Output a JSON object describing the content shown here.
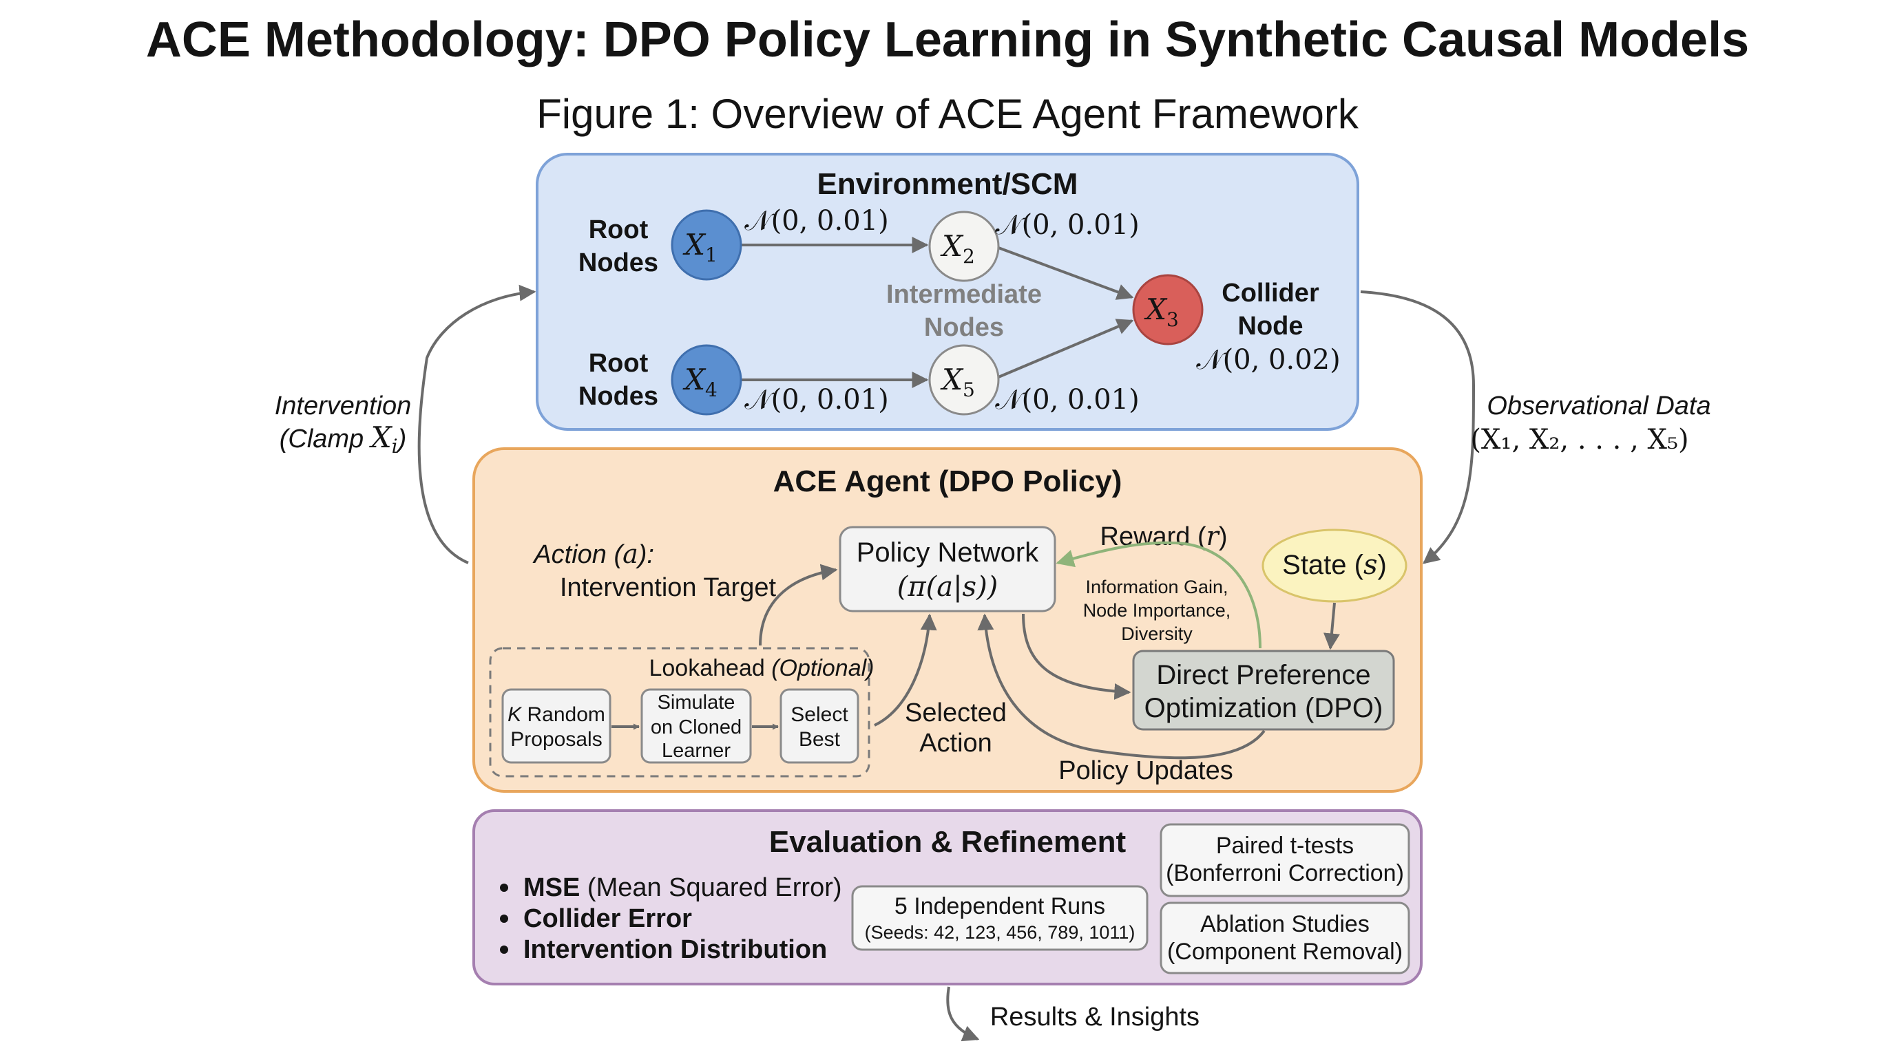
{
  "title": "ACE Methodology: DPO Policy Learning in Synthetic Causal Models",
  "subtitle": "Figure 1: Overview of ACE Agent Framework",
  "environment": {
    "title": "Environment/SCM",
    "root_nodes_top": [
      "Root",
      "Nodes"
    ],
    "root_nodes_bottom": [
      "Root",
      "Nodes"
    ],
    "intermediate_nodes": [
      "Intermediate",
      "Nodes"
    ],
    "collider_node": [
      "Collider",
      "Node"
    ],
    "nodes": [
      {
        "name": "X",
        "sub": "1",
        "role": "root",
        "color": "#5b8fd0"
      },
      {
        "name": "X",
        "sub": "2",
        "role": "intermediate",
        "color": "#f4f4f2"
      },
      {
        "name": "X",
        "sub": "3",
        "role": "collider",
        "color": "#d95f5a"
      },
      {
        "name": "X",
        "sub": "4",
        "role": "root",
        "color": "#5b8fd0"
      },
      {
        "name": "X",
        "sub": "5",
        "role": "intermediate",
        "color": "#f4f4f2"
      }
    ],
    "noise": {
      "x1": "𝒩(0, 0.01)",
      "x2": "𝒩(0, 0.01)",
      "x3": "𝒩(0, 0.02)",
      "x4": "𝒩(0, 0.01)",
      "x5": "𝒩(0, 0.01)"
    }
  },
  "left_arrow": {
    "line1": "Intervention",
    "line2_prefix": "(Clamp ",
    "line2_var": "X",
    "line2_sub": "i",
    "line2_suffix": ")"
  },
  "right_arrow": {
    "line1": "Observational Data",
    "line2": "(X₁, X₂, . . . , X₅)"
  },
  "agent": {
    "title": "ACE Agent (DPO Policy)",
    "action_line1_prefix": "Action (",
    "action_line1_var": "a",
    "action_line1_suffix": "):",
    "action_line2": "Intervention Target",
    "policy_line1": "Policy Network",
    "policy_line2": "(π(a|s))",
    "reward_prefix": "Reward (",
    "reward_var": "r",
    "reward_suffix": ")",
    "reward_details": [
      "Information Gain,",
      "Node Importance,",
      "Diversity"
    ],
    "state_prefix": "State (",
    "state_var": "s",
    "state_suffix": ")",
    "dpo_line1": "Direct Preference",
    "dpo_line2": "Optimization (DPO)",
    "lookahead_prefix": "Lookahead ",
    "lookahead_optional": "(Optional)",
    "proposals_k": "K",
    "proposals_line1": " Random",
    "proposals_line2": "Proposals",
    "simulate": [
      "Simulate",
      "on Cloned",
      "Learner"
    ],
    "select": [
      "Select",
      "Best"
    ],
    "selected_action": [
      "Selected",
      "Action"
    ],
    "policy_updates": "Policy Updates"
  },
  "evaluation": {
    "title": "Evaluation & Refinement",
    "metrics": [
      {
        "bold": "MSE",
        "rest": " (Mean Squared Error)"
      },
      {
        "bold": "Collider Error",
        "rest": ""
      },
      {
        "bold": "Intervention Distribution",
        "rest": ""
      }
    ],
    "runs_line1": "5 Independent Runs",
    "runs_line2": "(Seeds: 42, 123, 456, 789, 1011)",
    "ttests": [
      "Paired t-tests",
      "(Bonferroni Correction)"
    ],
    "ablation": [
      "Ablation Studies",
      "(Component Removal)"
    ]
  },
  "results": "Results & Insights",
  "colors": {
    "env_fill": "#d9e5f7",
    "env_stroke": "#7ea2d8",
    "agent_fill": "#fbe3c9",
    "agent_stroke": "#e8a65c",
    "eval_fill": "#e7d9ea",
    "eval_stroke": "#a57fb0",
    "state_fill": "#fbf3c0",
    "state_stroke": "#d9c46a",
    "dpo_fill": "#d3d6d0",
    "arrow": "#6b6b6b",
    "reward_arrow": "#8fb47a"
  }
}
